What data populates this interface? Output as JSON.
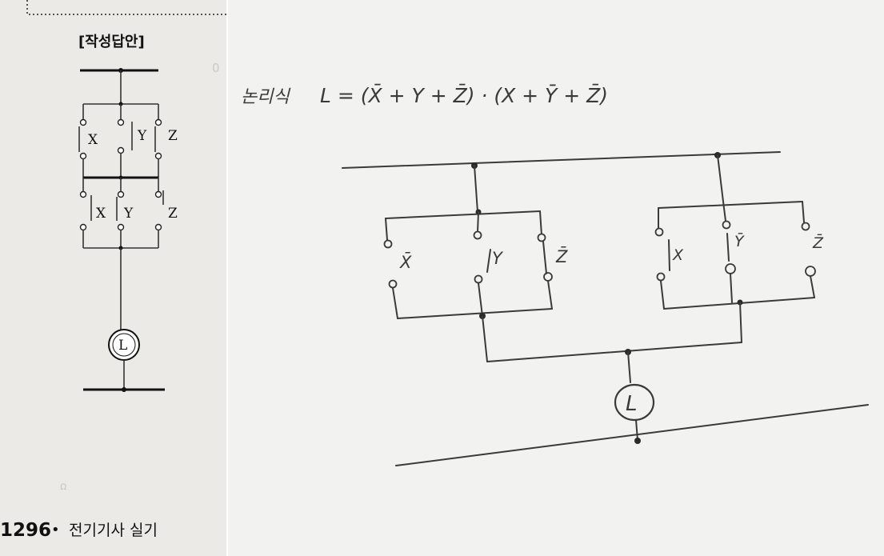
{
  "book": {
    "heading": "[작성답안]",
    "switch_labels_top": [
      "X",
      "Y",
      "Z"
    ],
    "switch_labels_bottom": [
      "X",
      "Y",
      "Z"
    ],
    "lamp": "L",
    "page_number": "1296",
    "page_bullet": "•",
    "page_subject": "전기기사 실기"
  },
  "handwritten": {
    "formula_prefix": "논리식",
    "formula": "L = (X̄ + Y + Z̄) · (X + Ȳ + Z̄)",
    "group1_labels": [
      "X̄",
      "Y",
      "Z̄"
    ],
    "group2_labels": [
      "X",
      "Ȳ",
      "Z̄"
    ],
    "lamp": "L"
  }
}
